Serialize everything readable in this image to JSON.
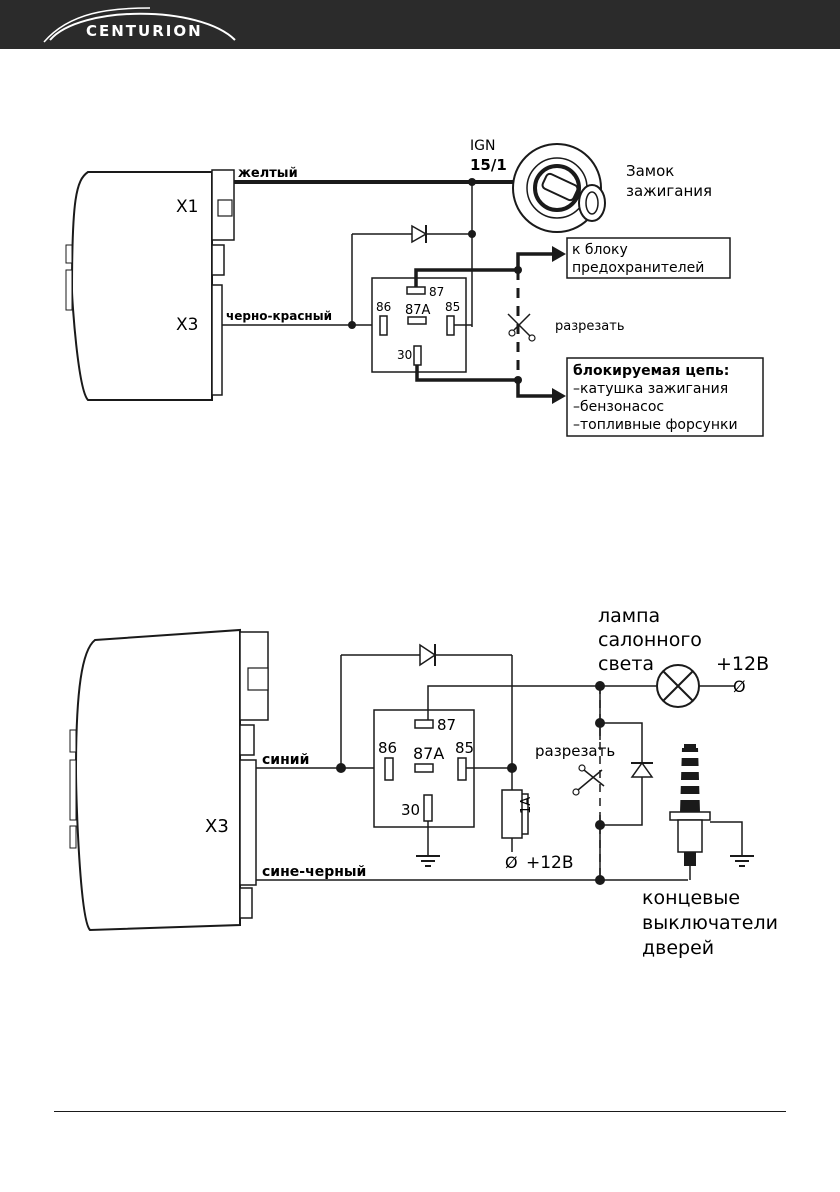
{
  "header": {
    "logo_text": "CENTURION",
    "bar_color": "#2b2b2b"
  },
  "diagram1": {
    "connector_x1": "X1",
    "connector_x3": "X3",
    "wire_yellow": "желтый",
    "wire_black_red": "черно-красный",
    "ign_label": "IGN",
    "ign_terminal": "15/1",
    "ignition_lock": [
      "Замок",
      "зажигания"
    ],
    "relay_pins": {
      "p87": "87",
      "p87a": "87A",
      "p86": "86",
      "p85": "85",
      "p30": "30"
    },
    "fuse_block": [
      "к блоку",
      "предохранителей"
    ],
    "cut_label": "разрезать",
    "blocked_circuit_title": "блокируемая цепь:",
    "blocked_circuit_items": [
      "–катушка зажигания",
      "–бензонасос",
      "–топливные форсунки"
    ]
  },
  "diagram2": {
    "connector_x3": "X3",
    "wire_blue": "синий",
    "wire_blue_black": "сине-черный",
    "relay_pins": {
      "p87": "87",
      "p87a": "87A",
      "p86": "86",
      "p85": "85",
      "p30": "30"
    },
    "fuse": "1A",
    "plus12_fuse": "+12В",
    "plus12_lamp": "+12В",
    "lamp_label": [
      "лампа",
      "салонного",
      "света"
    ],
    "cut_label": "разрезать",
    "door_switch_label": [
      "концевые",
      "выключатели",
      "дверей"
    ],
    "terminal_symbol": "Ø"
  }
}
